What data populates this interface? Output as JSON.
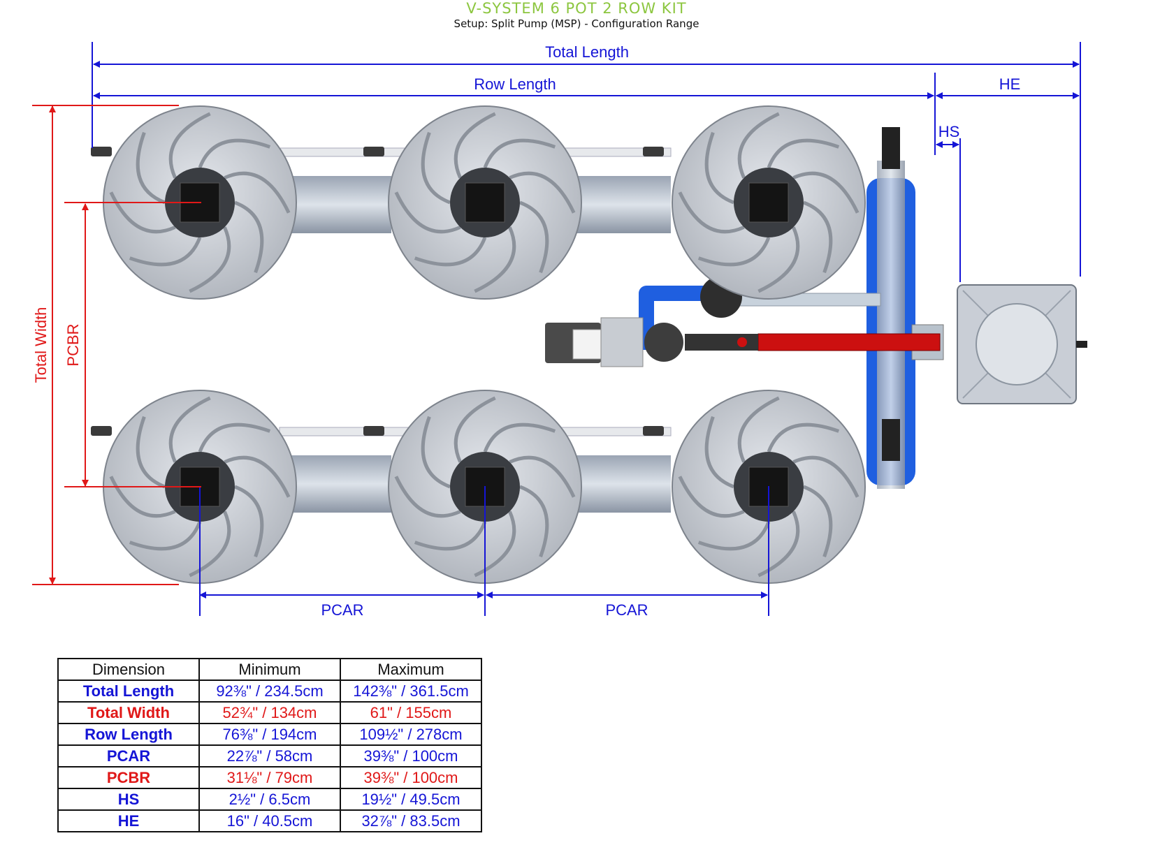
{
  "header": {
    "title": "V-SYSTEM 6 POT 2 ROW KIT",
    "subtitle": "Setup: Split Pump (MSP) - Configuration Range"
  },
  "colors": {
    "blue": "#1515d6",
    "red": "#e01818",
    "title_green": "#8cc63f",
    "pipe_blue": "#1f5fe0",
    "pot_grey": "#c4c8cf"
  },
  "diagram": {
    "labels": {
      "total_length": "Total Length",
      "row_length": "Row Length",
      "he": "HE",
      "hs": "HS",
      "total_width": "Total Width",
      "pcbr": "PCBR",
      "pcar": "PCAR"
    },
    "pots": {
      "rows": 2,
      "per_row": 3
    }
  },
  "table": {
    "headers": [
      "Dimension",
      "Minimum",
      "Maximum"
    ],
    "rows": [
      {
        "dimension": "Total Length",
        "min": "92⅜\" / 234.5cm",
        "max": "142⅜\" / 361.5cm",
        "color": "#1515d6"
      },
      {
        "dimension": "Total Width",
        "min": "52¾\" / 134cm",
        "max": "61\" / 155cm",
        "color": "#e01818"
      },
      {
        "dimension": "Row Length",
        "min": "76⅜\" / 194cm",
        "max": "109½\" / 278cm",
        "color": "#1515d6"
      },
      {
        "dimension": "PCAR",
        "min": "22⅞\" / 58cm",
        "max": "39⅜\" / 100cm",
        "color": "#1515d6"
      },
      {
        "dimension": "PCBR",
        "min": "31⅛\" / 79cm",
        "max": "39⅜\" / 100cm",
        "color": "#e01818"
      },
      {
        "dimension": "HS",
        "min": "2½\" / 6.5cm",
        "max": "19½\" / 49.5cm",
        "color": "#1515d6"
      },
      {
        "dimension": "HE",
        "min": "16\" / 40.5cm",
        "max": "32⅞\" / 83.5cm",
        "color": "#1515d6"
      }
    ]
  }
}
